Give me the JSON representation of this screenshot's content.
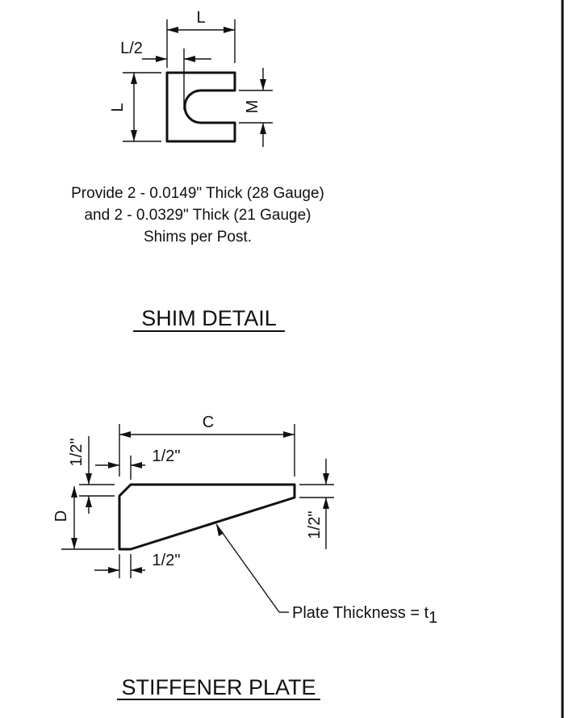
{
  "shim": {
    "dim_l_top": "L",
    "dim_l_half": "L/2",
    "dim_l_side": "L",
    "dim_m": "M",
    "note_lines": [
      "Provide 2 - 0.0149\" Thick (28 Gauge)",
      "and 2 - 0.0329\" Thick (21 Gauge)",
      "Shims per Post."
    ],
    "title": "SHIM DETAIL"
  },
  "stiffener": {
    "dim_c": "C",
    "dim_half_top_vertical": "1/2\"",
    "dim_half_top_horizontal": "1/2\"",
    "dim_d": "D",
    "dim_half_bottom": "1/2\"",
    "dim_half_right": "1/2\"",
    "thickness_label": "Plate Thickness = t",
    "thickness_subscript": "1",
    "title": "STIFFENER PLATE"
  }
}
